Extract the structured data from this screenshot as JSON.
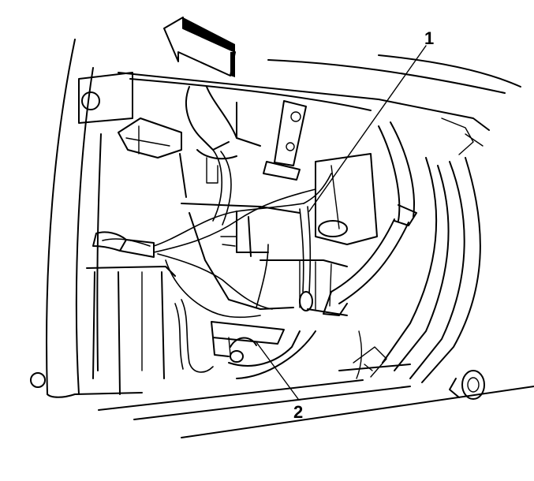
{
  "callouts": [
    {
      "id": "1",
      "label": "1"
    },
    {
      "id": "2",
      "label": "2"
    }
  ],
  "colors": {
    "stroke": "#000000",
    "background": "#ffffff"
  },
  "icons": {
    "direction": "direction-arrow-icon"
  }
}
